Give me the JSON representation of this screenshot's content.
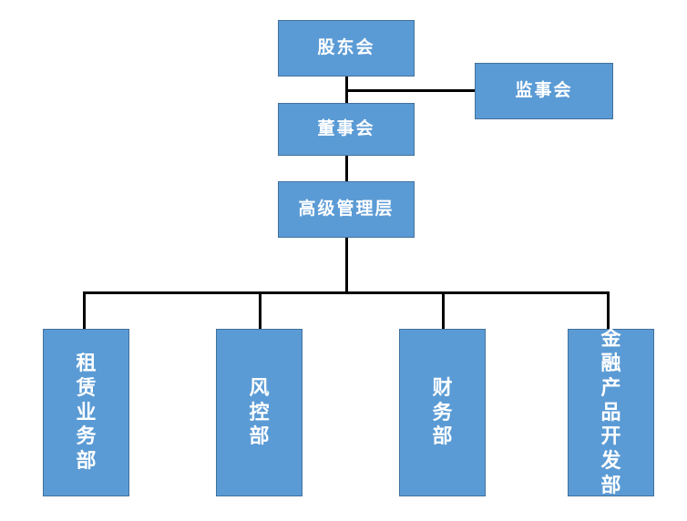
{
  "chart": {
    "type": "org-chart",
    "title": "",
    "background_color": "#ffffff",
    "box_fill_color": "#5b9bd5",
    "box_border_color": "#41719c",
    "text_color": "#ffffff",
    "connector_color": "#000000",
    "levels": [
      {
        "level": 1,
        "nodes": [
          {
            "id": "shareholders",
            "label": "股东会",
            "orientation": "horizontal"
          }
        ]
      },
      {
        "level": 2,
        "nodes": [
          {
            "id": "board-of-directors",
            "label": "董事会",
            "orientation": "horizontal"
          },
          {
            "id": "board-of-supervisors",
            "label": "监事会",
            "orientation": "horizontal"
          }
        ]
      },
      {
        "level": 3,
        "nodes": [
          {
            "id": "senior-management",
            "label": "高级管理层",
            "orientation": "horizontal"
          }
        ]
      },
      {
        "level": 4,
        "nodes": [
          {
            "id": "leasing-business-dept",
            "label": "租赁业务部",
            "label_vertical": "租\n赁\n业\n务\n部",
            "orientation": "vertical"
          },
          {
            "id": "risk-control-dept",
            "label": "风控部",
            "label_vertical": "风\n控\n部",
            "orientation": "vertical"
          },
          {
            "id": "finance-dept",
            "label": "财务部",
            "label_vertical": "财\n务\n部",
            "orientation": "vertical"
          },
          {
            "id": "financial-product-development-dept",
            "label": "金融产品开发部",
            "label_vertical": "金\n融\n产\n品\n开\n发\n部",
            "orientation": "vertical"
          }
        ]
      }
    ],
    "relationships": [
      {
        "from": "shareholders",
        "to": "board-of-directors"
      },
      {
        "from": "shareholders",
        "to": "board-of-supervisors"
      },
      {
        "from": "board-of-directors",
        "to": "senior-management"
      },
      {
        "from": "senior-management",
        "to": "leasing-business-dept"
      },
      {
        "from": "senior-management",
        "to": "risk-control-dept"
      },
      {
        "from": "senior-management",
        "to": "finance-dept"
      },
      {
        "from": "senior-management",
        "to": "financial-product-development-dept"
      }
    ]
  },
  "nodes": {
    "shareholders": {
      "label": "股东会"
    },
    "board_of_directors": {
      "label": "董事会"
    },
    "board_of_supervisors": {
      "label": "监事会"
    },
    "senior_management": {
      "label": "高级管理层"
    },
    "leasing_business_dept": {
      "label": "租\n赁\n业\n务\n部"
    },
    "risk_control_dept": {
      "label": "风\n控\n部"
    },
    "finance_dept": {
      "label": "财\n务\n部"
    },
    "financial_product_development_dept": {
      "label": "金\n融\n产\n品\n开\n发\n部"
    }
  }
}
